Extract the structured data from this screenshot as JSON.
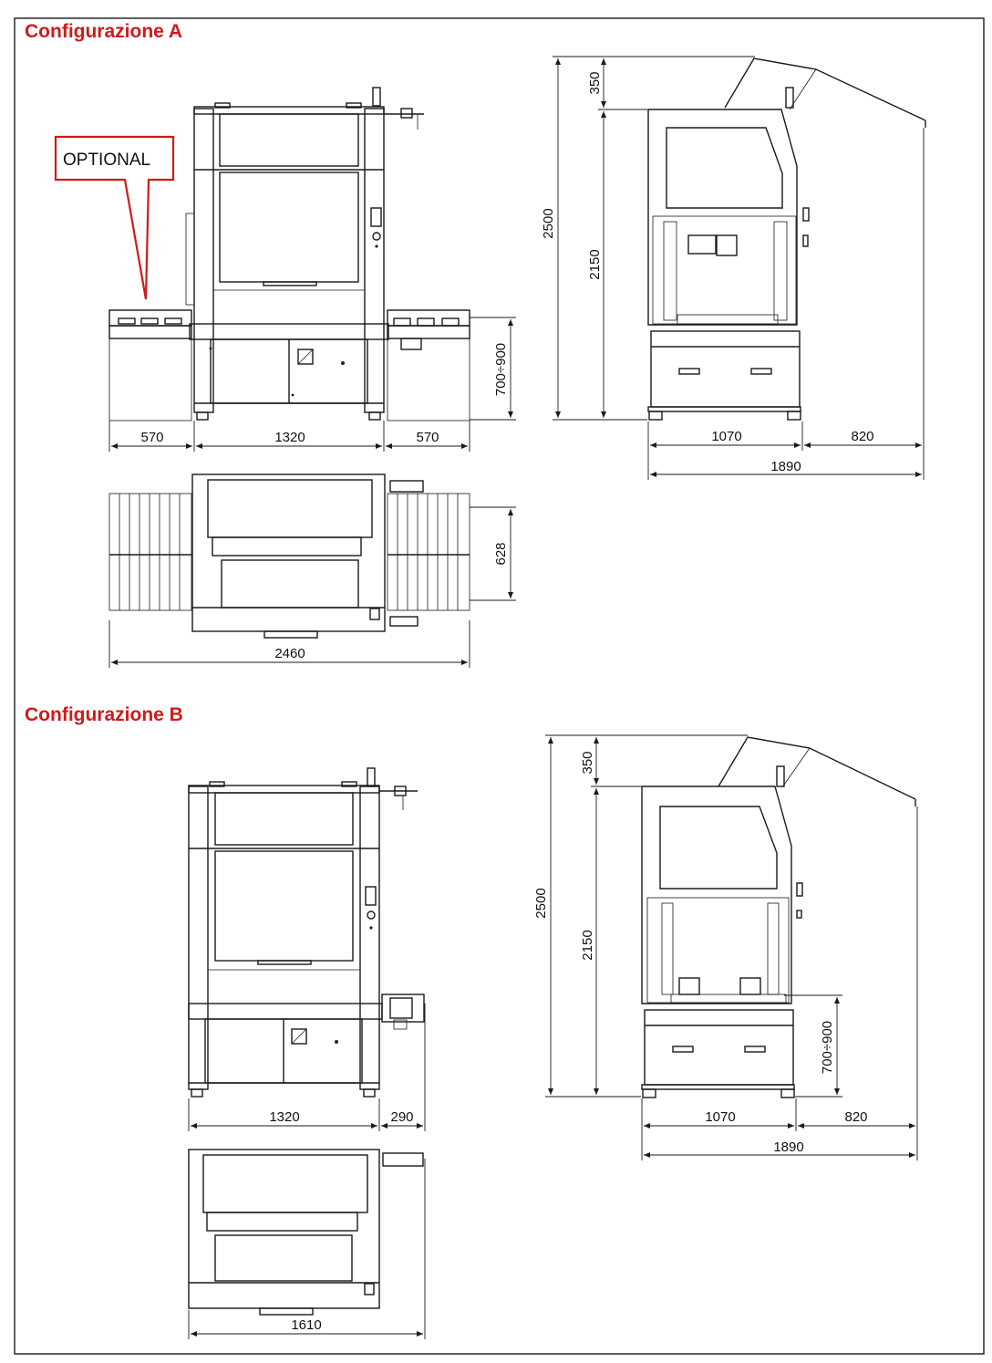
{
  "config_a": {
    "title": "Configurazione A",
    "callout": "OPTIONAL",
    "front": {
      "dim_left": "570",
      "dim_center": "1320",
      "dim_right": "570",
      "dim_height": "700÷900"
    },
    "top": {
      "dim_width": "2460",
      "dim_depth": "628"
    },
    "side": {
      "dim_total_h": "2500",
      "dim_top_h": "350",
      "dim_body_h": "2150",
      "dim_depth": "1070",
      "dim_extension": "820",
      "dim_total_w": "1890"
    }
  },
  "config_b": {
    "title": "Configurazione B",
    "front": {
      "dim_center": "1320",
      "dim_right": "290"
    },
    "top": {
      "dim_width": "1610"
    },
    "side": {
      "dim_total_h": "2500",
      "dim_top_h": "350",
      "dim_body_h": "2150",
      "dim_height": "700÷900",
      "dim_depth": "1070",
      "dim_extension": "820",
      "dim_total_w": "1890"
    }
  },
  "colors": {
    "title_red": "#d11a1a",
    "callout_red": "#d11a1a",
    "line": "#1a1a1a"
  }
}
